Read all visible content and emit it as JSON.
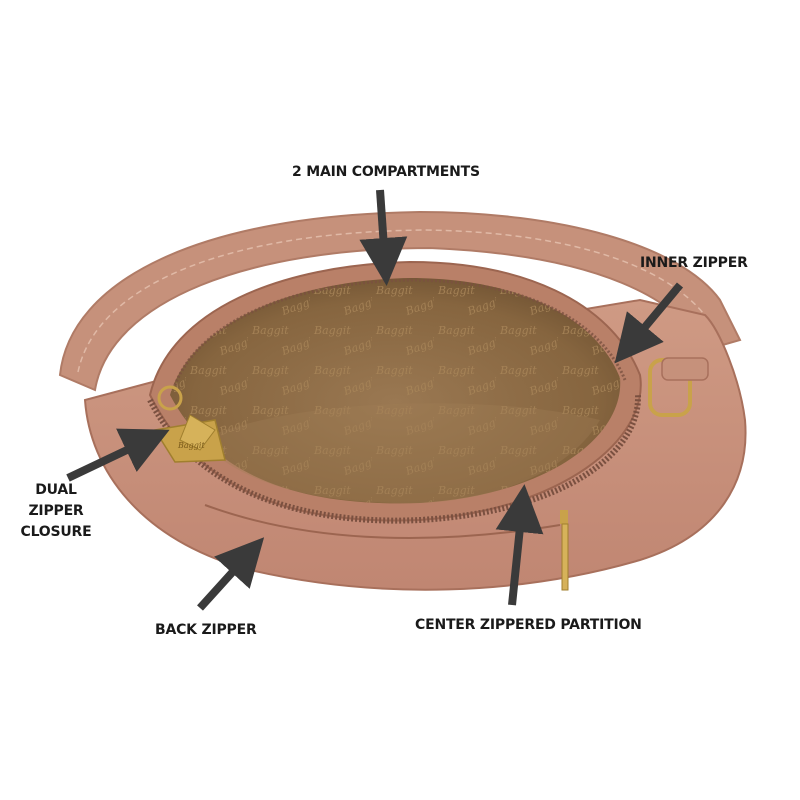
{
  "labels": {
    "main_compartments": "2 MAIN COMPARTMENTS",
    "inner_zipper": "INNER ZIPPER",
    "dual_zipper": [
      "DUAL",
      "ZIPPER",
      "CLOSURE"
    ],
    "back_zipper": "BACK ZIPPER",
    "center_partition": "CENTER ZIPPERED PARTITION"
  },
  "bag": {
    "brand_mark": "Baggit"
  },
  "colors": {
    "leather": "#c8907a",
    "leather_dark": "#a8705c",
    "lining": "#8f6e4c",
    "lining_pattern": "#a88558",
    "zipper": "#7a5040",
    "hardware": "#c9a24a",
    "arrow": "#3a3a3a",
    "text": "#1a1a1a"
  }
}
